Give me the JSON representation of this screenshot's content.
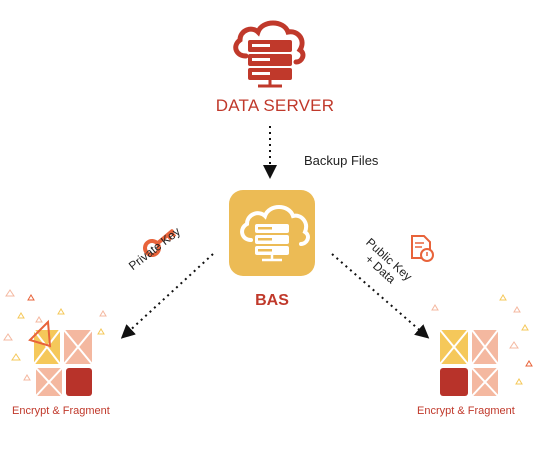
{
  "nodes": {
    "server": {
      "label": "DATA SERVER",
      "icon": "cloud-server-icon"
    },
    "bas": {
      "label": "BAS",
      "icon": "cloud-server-icon"
    },
    "fragment_left": {
      "label": "Encrypt & Fragment",
      "icon": "fragment-tiles-icon"
    },
    "fragment_right": {
      "label": "Encrypt & Fragment",
      "icon": "fragment-tiles-icon"
    }
  },
  "edges": {
    "backup": {
      "label": "Backup Files"
    },
    "private": {
      "label": "Private Key",
      "icon": "key-icon"
    },
    "public": {
      "line1": "Public Key",
      "line2": "+ Data",
      "icon": "document-lock-icon"
    }
  },
  "colors": {
    "red": "#c0392b",
    "orange": "#e8633a",
    "gold": "#ecbb55",
    "peach": "#f4b8a0",
    "yellow": "#f5c85a"
  }
}
